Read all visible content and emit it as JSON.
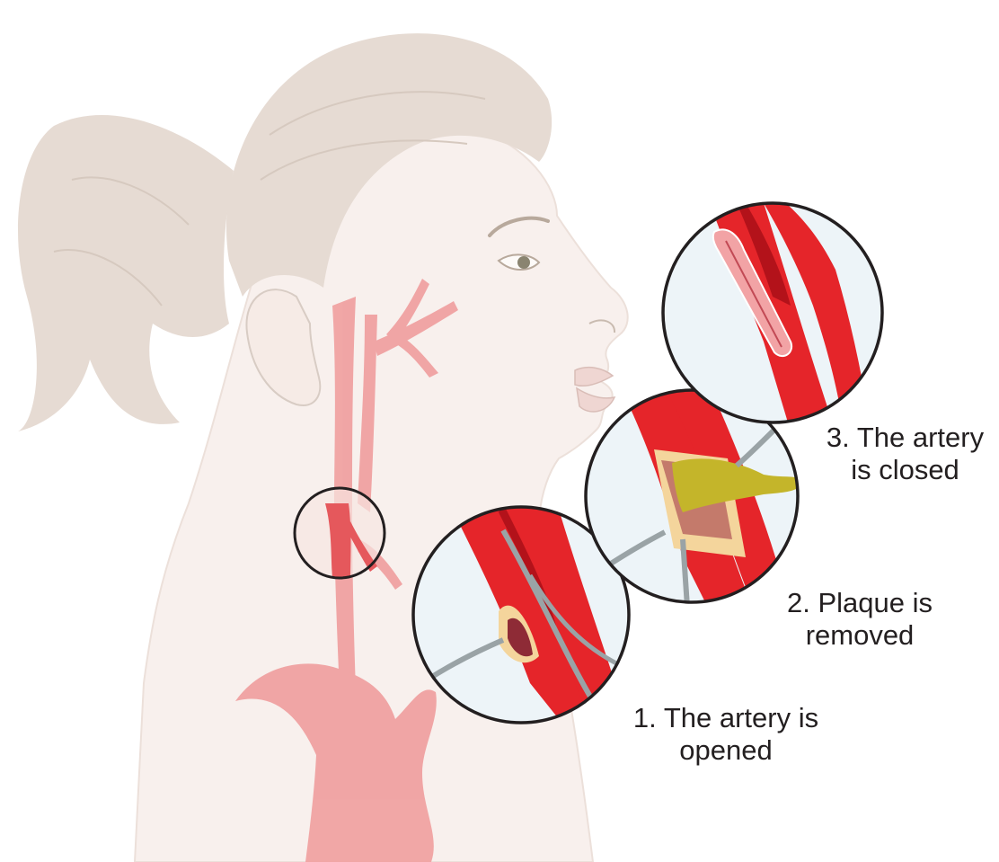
{
  "steps": [
    {
      "number": "1.",
      "line1": "1. The artery is",
      "line2": "opened"
    },
    {
      "number": "2.",
      "line1": "2. Plaque is",
      "line2": "removed"
    },
    {
      "number": "3.",
      "line1": "3. The artery",
      "line2": "is closed"
    }
  ],
  "colors": {
    "skin": "#f8f0ed",
    "hair": "#e6dbd3",
    "artery_faded": "#f0a2a2",
    "artery_bright": "#e5252a",
    "artery_dark": "#b3121a",
    "plaque": "#c4b52a",
    "inset_background": "#edf4f8",
    "outline": "#231f20"
  }
}
